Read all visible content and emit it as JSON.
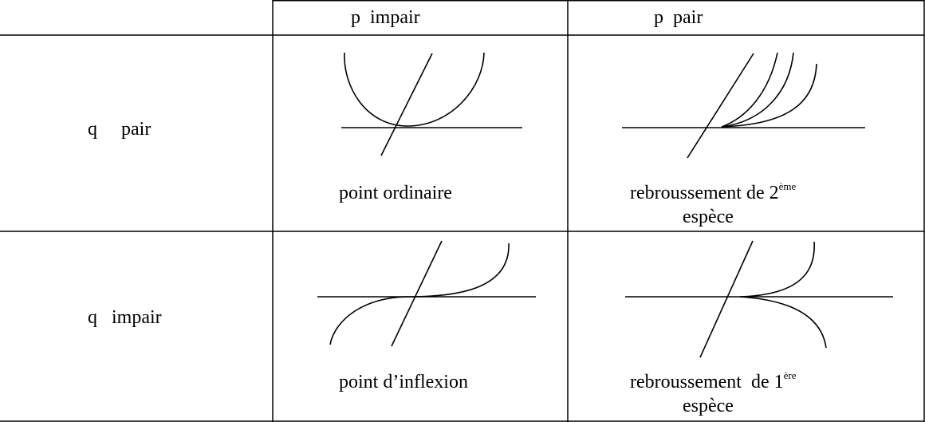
{
  "table": {
    "col_headers": [
      "p  impair",
      "p  pair"
    ],
    "row_headers": [
      "q     pair",
      "q   impair"
    ],
    "cells": [
      {
        "caption": "point ordinaire",
        "caption_sup": "",
        "caption_after": "",
        "caption_line2": ""
      },
      {
        "caption": "rebroussement de 2",
        "caption_sup": "ème",
        "caption_after": "",
        "caption_line2": "espèce"
      },
      {
        "caption": "point d’inflexion",
        "caption_sup": "",
        "caption_after": "",
        "caption_line2": ""
      },
      {
        "caption": "rebroussement  de 1",
        "caption_sup": "ère",
        "caption_after": "",
        "caption_line2": "espèce"
      }
    ]
  }
}
